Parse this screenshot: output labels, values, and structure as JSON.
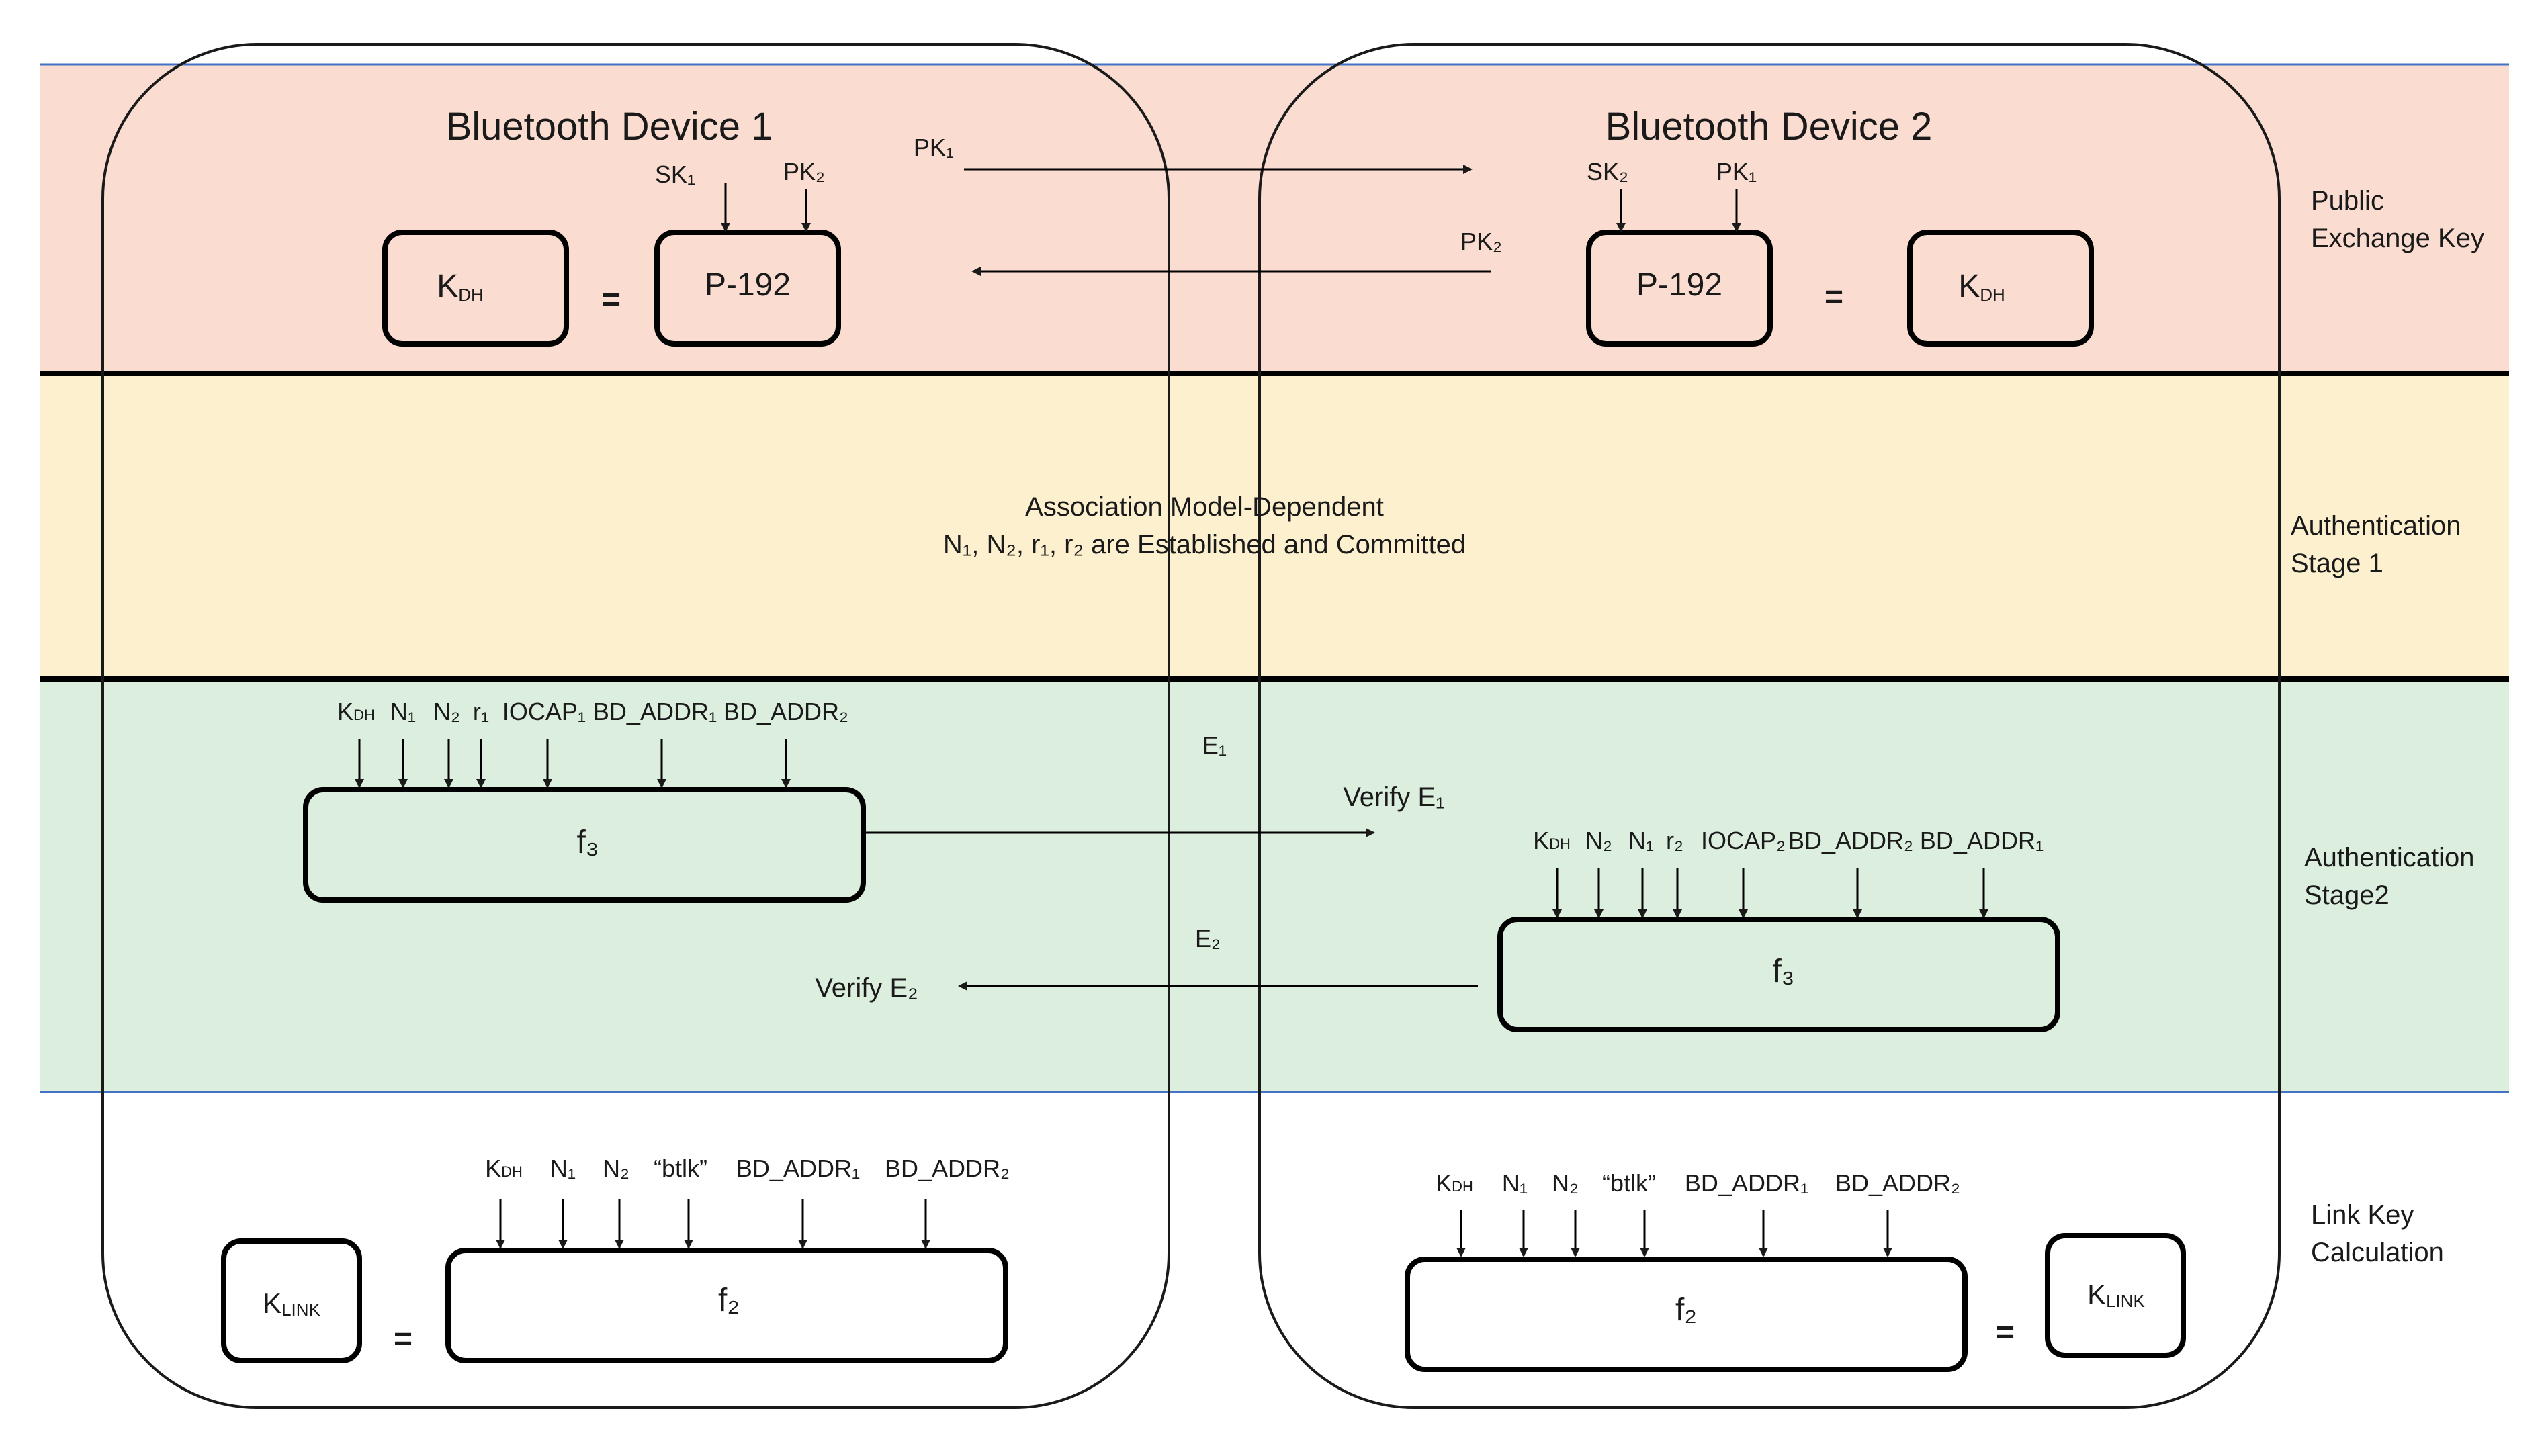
{
  "devices": {
    "device1": {
      "title": "Bluetooth Device 1"
    },
    "device2": {
      "title": "Bluetooth Device 2"
    }
  },
  "stages": [
    {
      "line1": "Public",
      "line2": "Exchange Key",
      "color": "#fadcd0"
    },
    {
      "line1": "Authentication",
      "line2": "Stage 1",
      "color": "#fcf0cf"
    },
    {
      "line1": "Authentication",
      "line2": "Stage2",
      "color": "#dceedd"
    },
    {
      "line1": "Link Key",
      "line2": "Calculation",
      "color": "#ffffff"
    }
  ],
  "public_key": {
    "d1": {
      "inputs": [
        "SK₁",
        "PK₂"
      ],
      "func": "P-192",
      "result": "K_DH",
      "result_sub": "DH",
      "result_main": "K"
    },
    "d2": {
      "inputs": [
        "SK₂",
        "PK₁"
      ],
      "func": "P-192",
      "result_main": "K",
      "result_sub": "DH"
    },
    "msg_to_d2": "PK₁",
    "msg_to_d1": "PK₂",
    "equals": "="
  },
  "auth1": {
    "line1": "Association Model-Dependent",
    "line2": "N₁, N₂, r₁, r₂ are Established and Committed"
  },
  "auth2": {
    "d1": {
      "inputs_main": [
        "K",
        "N₁",
        "N₂",
        "r₁",
        "IOCAP₁",
        "BD_ADDR₁",
        "BD_ADDR₂"
      ],
      "k_sub": "DH",
      "func": "f₃"
    },
    "d2": {
      "inputs_main": [
        "K",
        "N₂",
        "N₁",
        "r₂",
        "IOCAP₂",
        "BD_ADDR₂",
        "BD_ADDR₁"
      ],
      "k_sub": "DH",
      "func": "f₃"
    },
    "e1": "E₁",
    "e2": "E₂",
    "verify_e1": "Verify E₁",
    "verify_e2": "Verify E₂"
  },
  "link_key": {
    "d1": {
      "inputs_main": [
        "K",
        "N₁",
        "N₂",
        "“btlk”",
        "BD_ADDR₁",
        "BD_ADDR₂"
      ],
      "k_sub": "DH",
      "func": "f₂",
      "result_main": "K",
      "result_sub": "LINK"
    },
    "d2": {
      "inputs_main": [
        "K",
        "N₁",
        "N₂",
        "“btlk”",
        "BD_ADDR₁",
        "BD_ADDR₂"
      ],
      "k_sub": "DH",
      "func": "f₂",
      "result_main": "K",
      "result_sub": "LINK"
    },
    "equals": "="
  }
}
